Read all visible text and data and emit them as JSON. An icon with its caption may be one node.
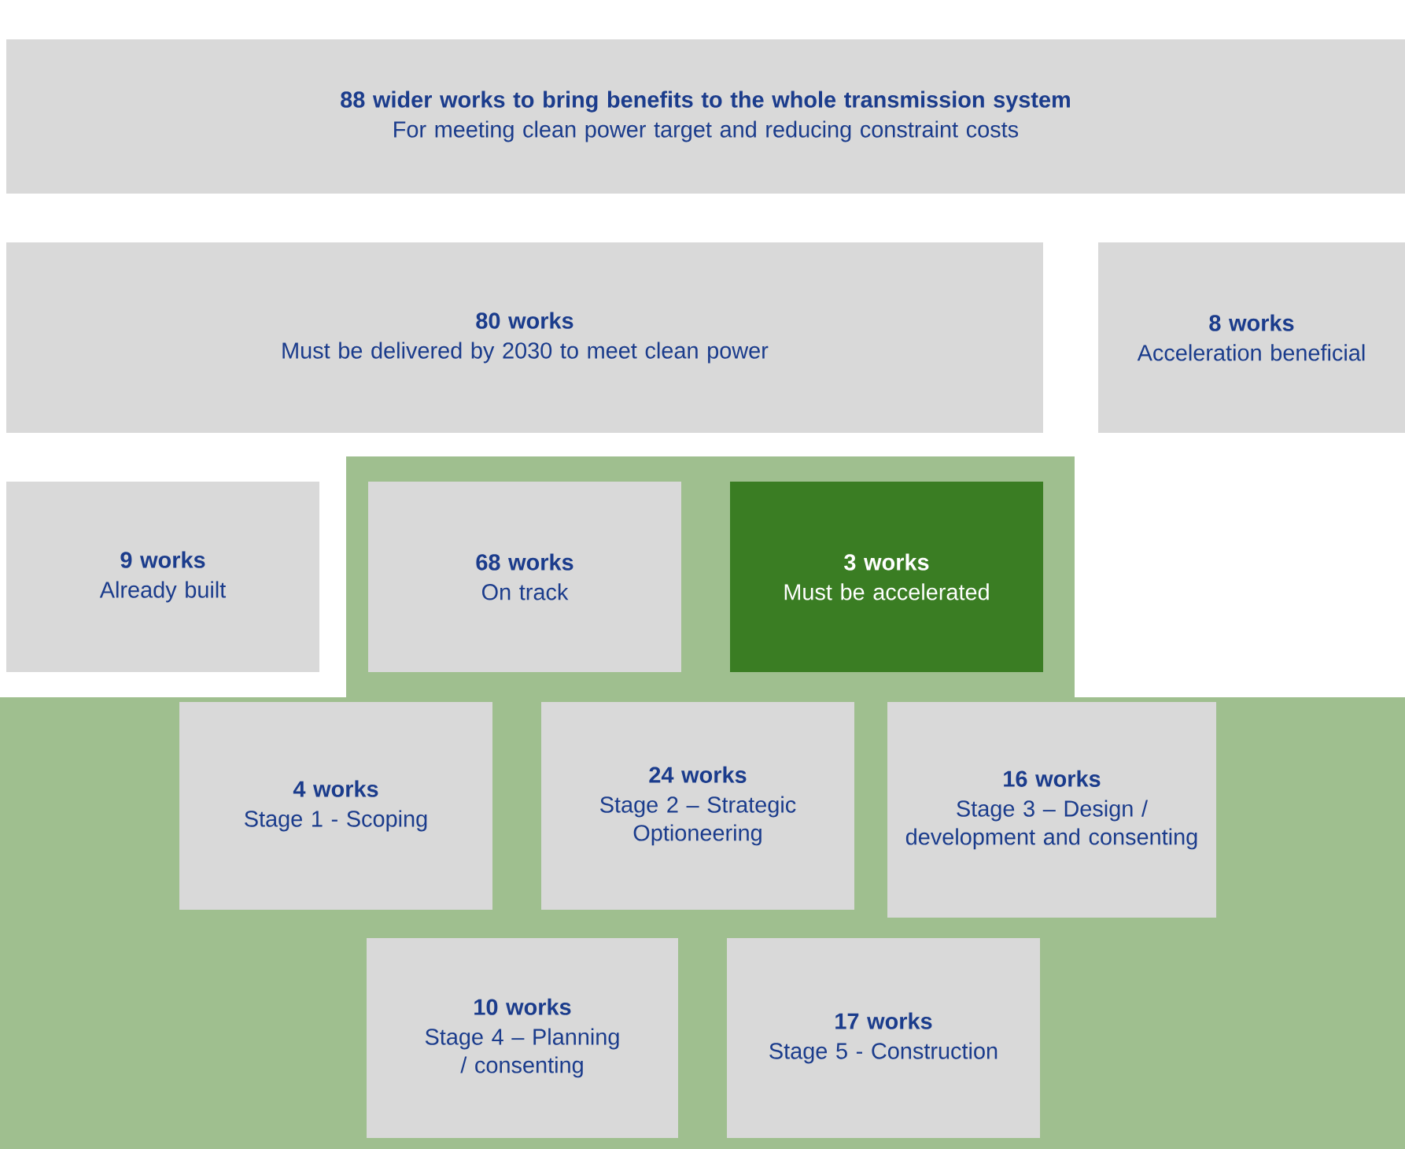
{
  "diagram": {
    "nodes": [
      {
        "text": [
          "88 wider works to bring benefits to the whole transmission system",
          "For meeting clean power target and reducing constraint costs"
        ]
      },
      {
        "text": [
          "80 works",
          "Must be delivered by 2030 to meet clean power"
        ]
      },
      {
        "text": [
          "8 works",
          "Acceleration beneficial"
        ]
      },
      {
        "text": [
          "9 works",
          "Already built"
        ]
      },
      {
        "text": [
          "68 works",
          "On track"
        ]
      },
      {
        "text": [
          "3 works",
          "Must be accelerated"
        ]
      },
      {
        "text": [
          "4 works",
          "Stage 1 - Scoping"
        ]
      },
      {
        "text": [
          "24 works",
          "Stage 2 – Strategic Optioneering"
        ]
      },
      {
        "text": [
          "16 works",
          "Stage 3 – Design / development and consenting"
        ]
      },
      {
        "text": [
          "10 works",
          "Stage 4 – Planning / consenting"
        ]
      },
      {
        "text": [
          "17 works",
          "Stage 5 - Construction"
        ]
      }
    ]
  }
}
